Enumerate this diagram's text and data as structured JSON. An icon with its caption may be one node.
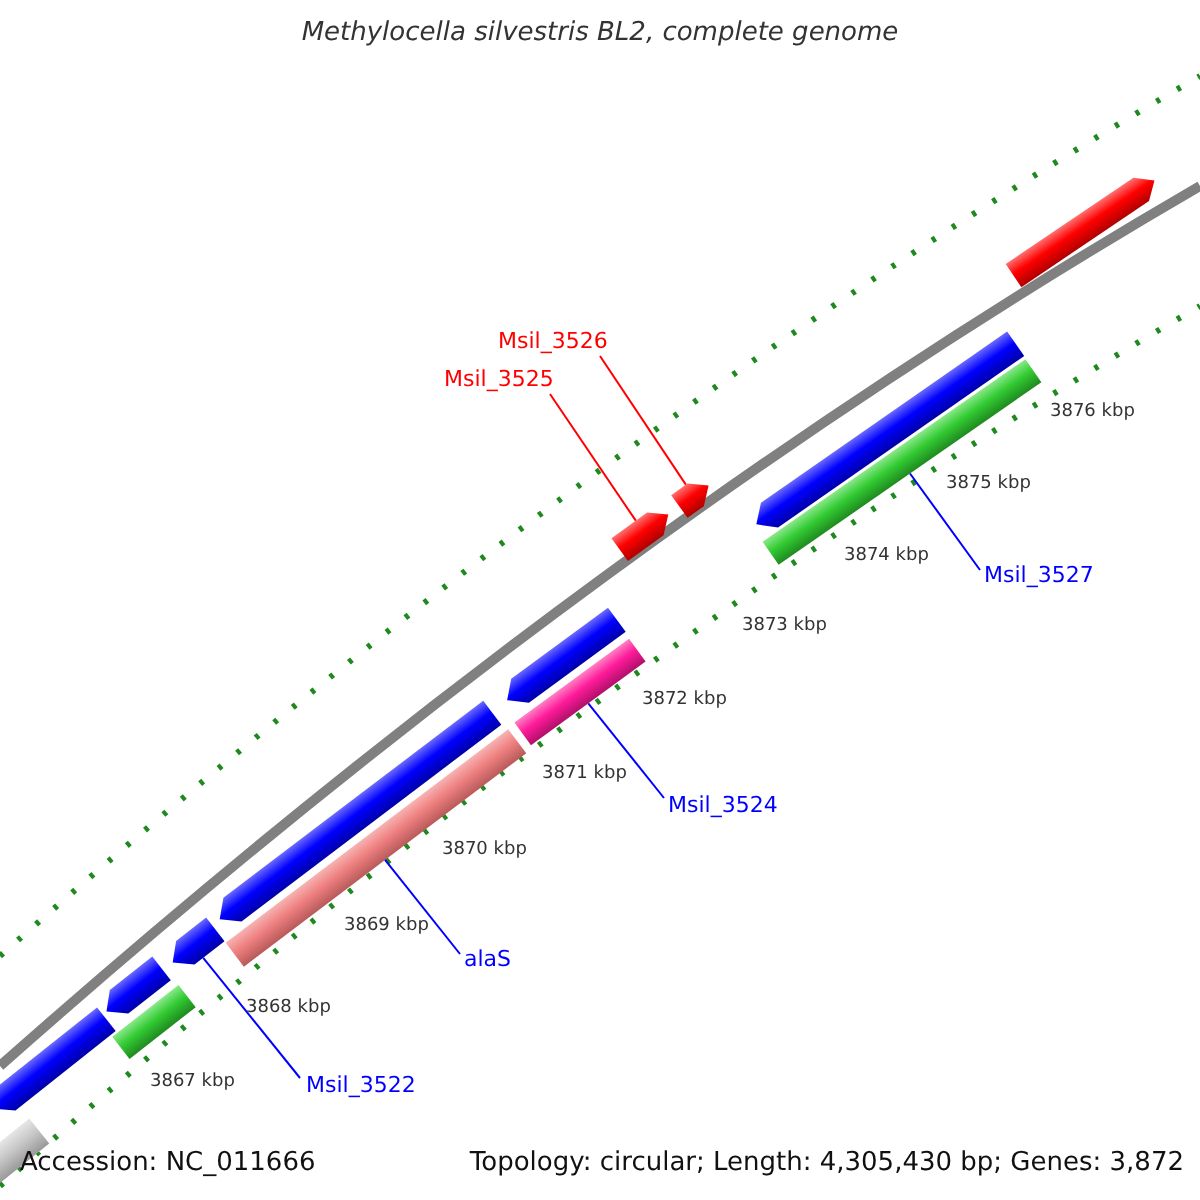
{
  "diagram": {
    "title": "Methylocella silvestris BL2, complete genome",
    "nodes": [
      {
        "text": [],
        "shape": "bar"
      },
      {
        "text": [],
        "shape": "bar"
      },
      {
        "text": [],
        "shape": "bar"
      },
      {
        "text": [],
        "shape": "bar"
      },
      {
        "text": [],
        "shape": "bar"
      },
      {
        "text": [],
        "shape": "bar"
      },
      {
        "text": [],
        "shape": "bar"
      },
      {
        "text": [],
        "shape": "bar"
      },
      {
        "text": [],
        "shape": "bar"
      },
      {
        "text": [],
        "shape": "bar"
      },
      {
        "text": [],
        "shape": "bar"
      },
      {
        "text": [],
        "shape": "bar"
      },
      {
        "text": [],
        "shape": "bar"
      },
      {
        "text": [],
        "shape": "bar"
      },
      {
        "text": [
          "Msil_3526"
        ]
      },
      {
        "text": [
          "Msil_3525"
        ]
      },
      {
        "text": [
          "Msil_3527"
        ]
      },
      {
        "text": [
          "Msil_3524"
        ]
      },
      {
        "text": [
          "alaS"
        ]
      },
      {
        "text": [
          "Msil_3522"
        ]
      }
    ],
    "edges": [
      {
        "from": 14,
        "to": 10,
        "arrow": "none",
        "color": "#ff0000"
      },
      {
        "from": 15,
        "to": 9,
        "arrow": "none",
        "color": "#ff0000"
      },
      {
        "from": 16,
        "to": 12,
        "arrow": "none"
      },
      {
        "from": 17,
        "to": 8,
        "arrow": "none"
      },
      {
        "from": 18,
        "to": 6,
        "arrow": "none"
      },
      {
        "from": 19,
        "to": 4,
        "arrow": "none"
      }
    ],
    "labels": [
      "3876 kbp",
      "3875 kbp",
      "3874 kbp",
      "3873 kbp",
      "3872 kbp",
      "3871 kbp",
      "3870 kbp",
      "3869 kbp",
      "3868 kbp",
      "3867 kbp",
      "Accession: NC_011666",
      "Topology: circular; Length: 4,305,430 bp; Genes: 3,872"
    ]
  }
}
